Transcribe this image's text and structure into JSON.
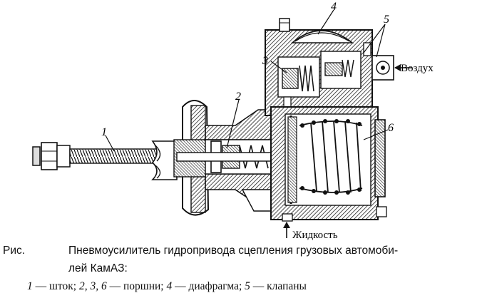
{
  "figure": {
    "callouts": [
      {
        "id": "1",
        "label": "1"
      },
      {
        "id": "2",
        "label": "2"
      },
      {
        "id": "3",
        "label": "3"
      },
      {
        "id": "4",
        "label": "4"
      },
      {
        "id": "5",
        "label": "5"
      },
      {
        "id": "6",
        "label": "6"
      }
    ],
    "air_label": "Воздух",
    "fluid_label": "Жидкость"
  },
  "caption": {
    "prefix": "Рис.",
    "line1": "Пневмоусилитель гидропривода сцепления грузовых автомоби-",
    "line2": "лей КамАЗ:"
  },
  "legend": {
    "items": [
      {
        "num": "1",
        "sep": " — ",
        "text": "шток; "
      },
      {
        "num": "2, 3, 6",
        "sep": " — ",
        "text": "поршни; "
      },
      {
        "num": "4",
        "sep": " — ",
        "text": "диафрагма; "
      },
      {
        "num": "5",
        "sep": " — ",
        "text": "клапаны"
      }
    ]
  },
  "colors": {
    "ink": "#111111",
    "hatch": "#222222",
    "background": "#ffffff"
  }
}
